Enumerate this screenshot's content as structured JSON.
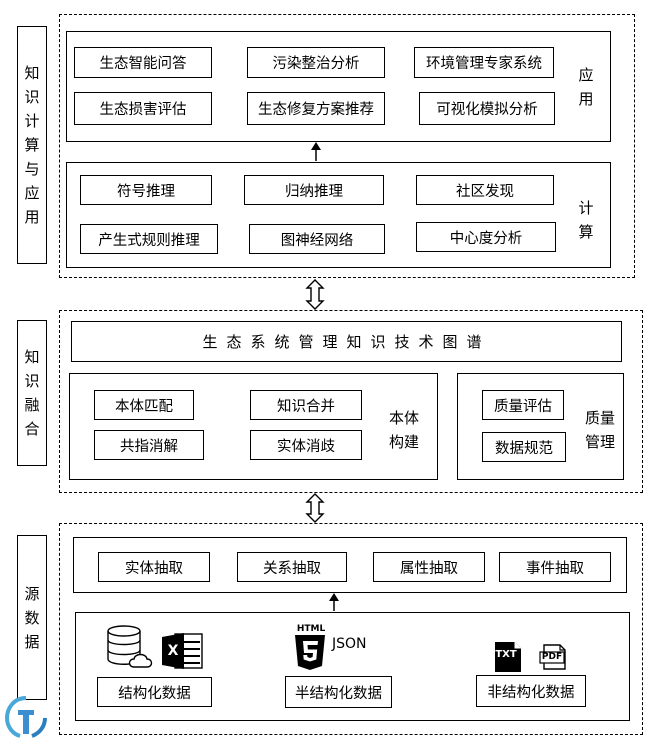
{
  "side": {
    "compute_app": [
      "知",
      "识",
      "计",
      "算",
      "与",
      "应",
      "用"
    ],
    "fusion": [
      "知",
      "识",
      "融",
      "合"
    ],
    "source": [
      "源",
      "数",
      "据"
    ]
  },
  "apply": {
    "label": [
      "应",
      "用"
    ],
    "items": [
      "生态智能问答",
      "污染整治分析",
      "环境管理专家系统",
      "生态损害评估",
      "生态修复方案推荐",
      "可视化模拟分析"
    ]
  },
  "compute": {
    "label": [
      "计",
      "算"
    ],
    "items": [
      "符号推理",
      "归纳推理",
      "社区发现",
      "产生式规则推理",
      "图神经网络",
      "中心度分析"
    ]
  },
  "fusion": {
    "title": "生态系统管理知识技术图谱",
    "ontology_label": [
      "本体",
      "构建"
    ],
    "ontology_items": [
      "本体匹配",
      "知识合并",
      "共指消解",
      "实体消歧"
    ],
    "quality_label": [
      "质量",
      "管理"
    ],
    "quality_items": [
      "质量评估",
      "数据规范"
    ]
  },
  "extract": {
    "items": [
      "实体抽取",
      "关系抽取",
      "属性抽取",
      "事件抽取"
    ]
  },
  "sources": {
    "structured": "结构化数据",
    "semi": "半结构化数据",
    "unstructured": "非结构化数据",
    "html_badge": "HTML",
    "json_text": "JSON",
    "txt_badge": "TXT",
    "pdf_badge": "PDF",
    "excel_badge": "X"
  }
}
